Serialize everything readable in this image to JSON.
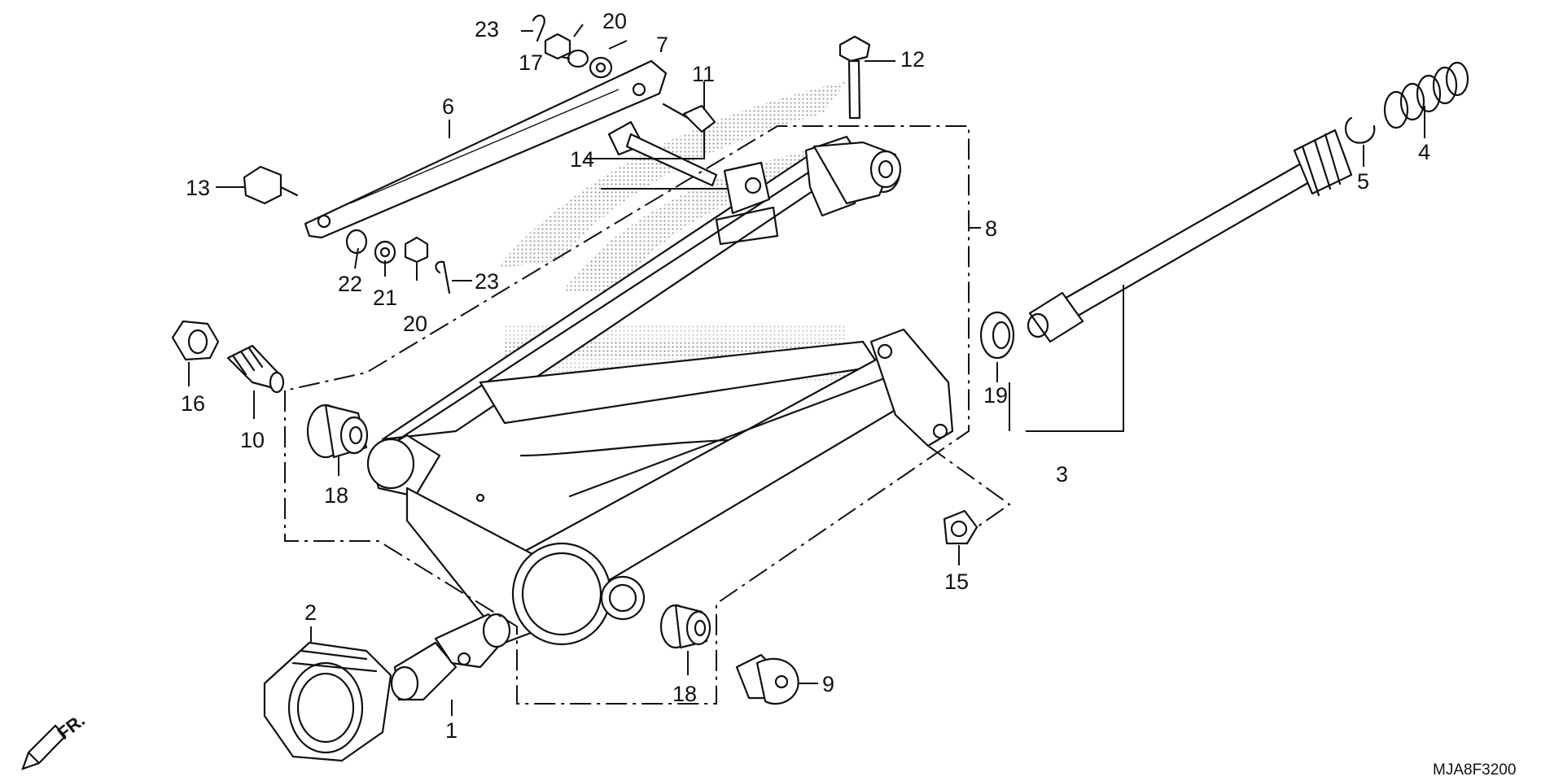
{
  "diagram_code": "MJA8F3200",
  "front_marker": "FR.",
  "callouts": [
    {
      "id": "c1",
      "label": "1"
    },
    {
      "id": "c2",
      "label": "2"
    },
    {
      "id": "c3",
      "label": "3"
    },
    {
      "id": "c4",
      "label": "4"
    },
    {
      "id": "c5",
      "label": "5"
    },
    {
      "id": "c6",
      "label": "6"
    },
    {
      "id": "c7",
      "label": "7"
    },
    {
      "id": "c8",
      "label": "8"
    },
    {
      "id": "c9",
      "label": "9"
    },
    {
      "id": "c10",
      "label": "10"
    },
    {
      "id": "c11",
      "label": "11"
    },
    {
      "id": "c12",
      "label": "12"
    },
    {
      "id": "c13",
      "label": "13"
    },
    {
      "id": "c14",
      "label": "14"
    },
    {
      "id": "c15",
      "label": "15"
    },
    {
      "id": "c16",
      "label": "16"
    },
    {
      "id": "c17",
      "label": "17"
    },
    {
      "id": "c18a",
      "label": "18"
    },
    {
      "id": "c18b",
      "label": "18"
    },
    {
      "id": "c19",
      "label": "19"
    },
    {
      "id": "c20a",
      "label": "20"
    },
    {
      "id": "c20b",
      "label": "20"
    },
    {
      "id": "c21",
      "label": "21"
    },
    {
      "id": "c22",
      "label": "22"
    },
    {
      "id": "c23a",
      "label": "23"
    },
    {
      "id": "c23b",
      "label": "23"
    }
  ],
  "colors": {
    "line": "#111111",
    "watermark": "#9a9a9a",
    "background": "#ffffff"
  }
}
